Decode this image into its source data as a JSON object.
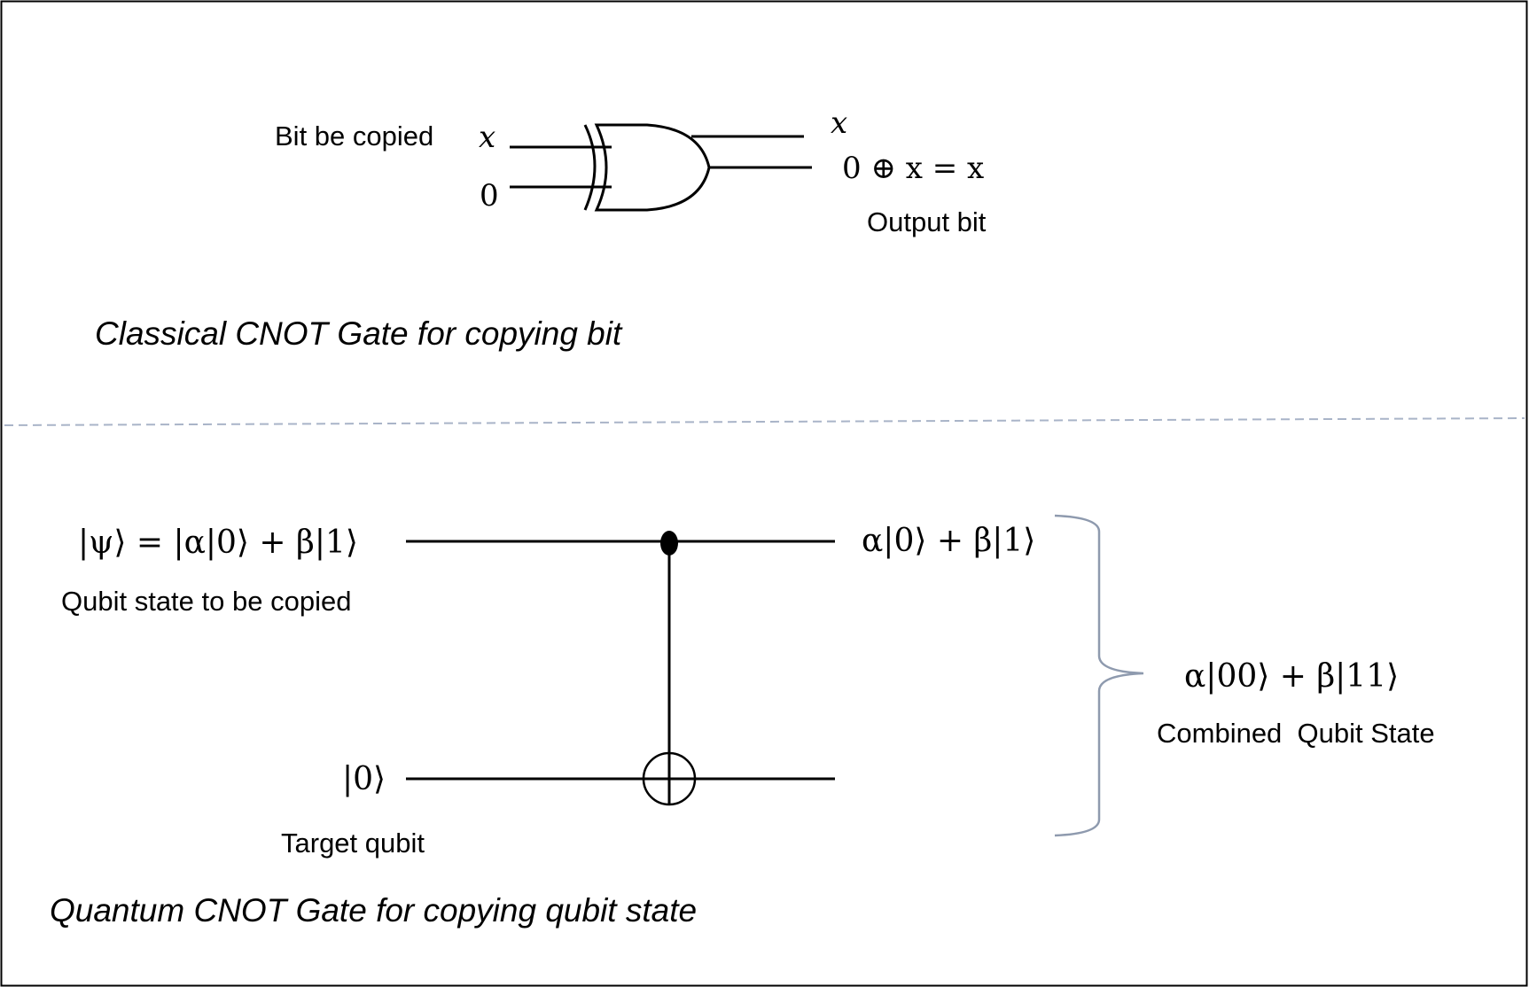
{
  "classical": {
    "input_label": "Bit be copied",
    "input_x": "x",
    "input_zero": "0",
    "output_x": "x",
    "output_eq": "0 ⊕ x = x",
    "output_label": "Output bit",
    "caption": "Classical CNOT Gate for copying bit"
  },
  "quantum": {
    "psi_state": "|ψ⟩ =  |α|0⟩ + β|1⟩",
    "psi_label": "Qubit state to be copied",
    "zero_ket": "|0⟩",
    "target_label": "Target qubit",
    "output_state": "α|0⟩ + β|1⟩",
    "combined_state": "α|00⟩ + β|11⟩",
    "combined_label": "Combined  Qubit State",
    "caption": "Quantum CNOT Gate for copying qubit state"
  },
  "colors": {
    "line": "#000000",
    "divider": "#a9b4c8",
    "brace": "#8e9aae"
  }
}
